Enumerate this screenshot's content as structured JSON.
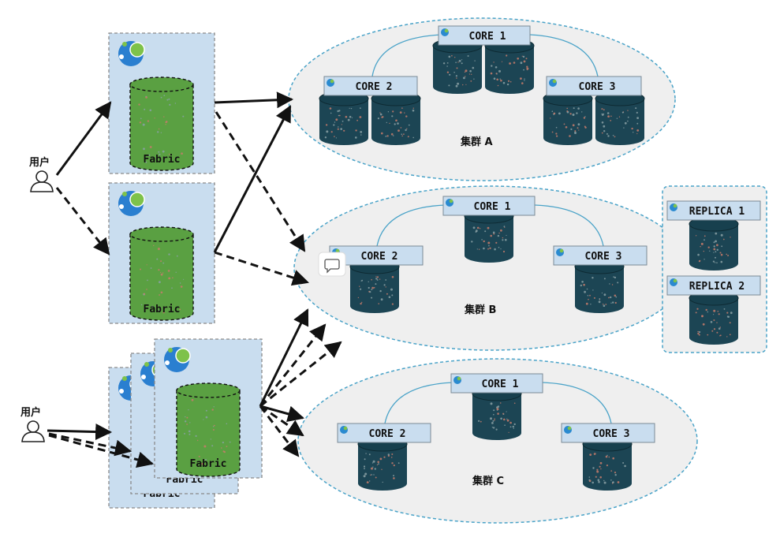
{
  "users": {
    "label_top": "用户",
    "label_bottom": "用户"
  },
  "fabric": {
    "label": "Fabric"
  },
  "clusters": [
    {
      "name": "集群 A",
      "cores": [
        "CORE 1",
        "CORE 2",
        "CORE 3"
      ]
    },
    {
      "name": "集群 B",
      "cores": [
        "CORE 1",
        "CORE 2",
        "CORE 3"
      ]
    },
    {
      "name": "集群 C",
      "cores": [
        "CORE 1",
        "CORE 2",
        "CORE 3"
      ]
    }
  ],
  "replicas": [
    "REPLICA 1",
    "REPLICA 2"
  ],
  "colors": {
    "fabric_panel": "#c9ddef",
    "cluster_fill": "#efefef",
    "cluster_border": "#4aa3c8",
    "db_dark": "#1c4554",
    "db_green": "#5aa042",
    "label_box": "#c9ddef"
  }
}
